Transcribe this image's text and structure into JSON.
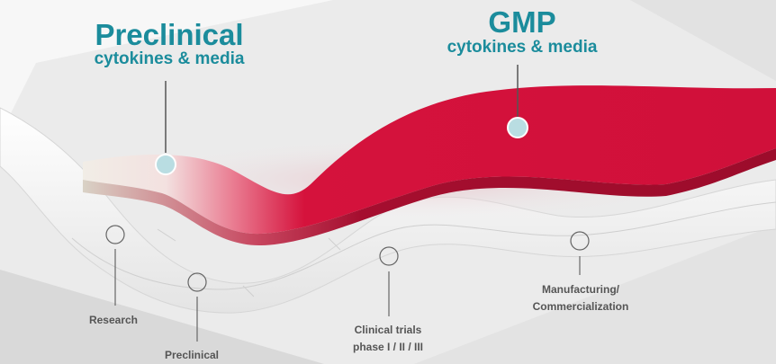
{
  "products": {
    "preclinical": {
      "title": "Preclinical",
      "subtitle": "cytokines & media"
    },
    "gmp": {
      "title": "GMP",
      "subtitle": "cytokines & media"
    }
  },
  "stages": {
    "research": "Research",
    "preclinical": "Preclinical",
    "clinical_line1": "Clinical trials",
    "clinical_line2": "phase I / II / III",
    "manufacturing_line1": "Manufacturing/",
    "manufacturing_line2": "Commercialization"
  },
  "colors": {
    "brand_teal": "#1b8c9c",
    "ribbon_red": "#d5123c",
    "ribbon_dark": "#a50e2f",
    "marker_fill": "#b9dde2",
    "stage_label": "#555555",
    "background": "#ebebeb"
  }
}
